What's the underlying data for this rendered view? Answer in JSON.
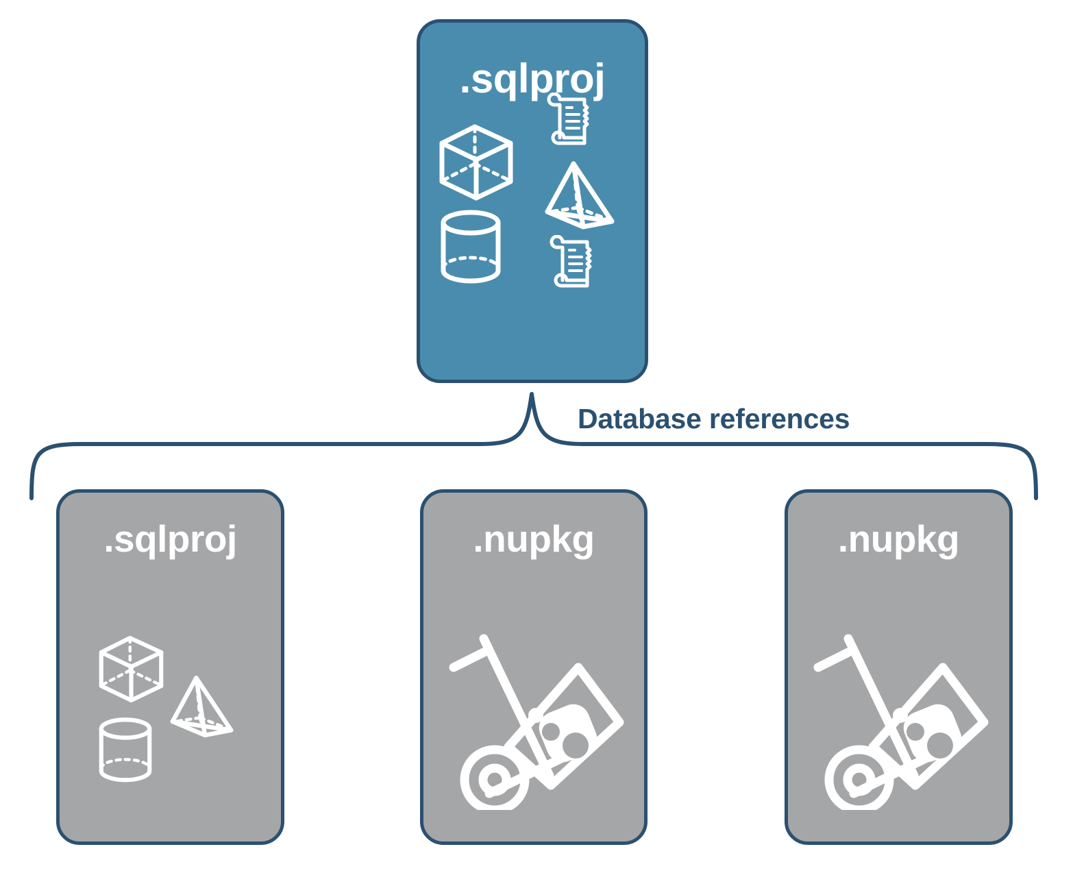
{
  "diagram": {
    "title_label": "Database references",
    "colors": {
      "primary_card_fill": "#4a8cae",
      "secondary_card_fill": "#a5a6a8",
      "outline": "#2b5070",
      "label_text": "#2b5070",
      "card_text": "#ffffff",
      "background": "#ffffff"
    },
    "top_node": {
      "label": ".sqlproj",
      "fill": "#4a8cae",
      "icons": [
        "cube-wireframe-icon",
        "pyramid-wireframe-icon",
        "cylinder-wireframe-icon",
        "scroll-script-icon",
        "scroll-script-icon"
      ]
    },
    "reference_nodes": [
      {
        "label": ".sqlproj",
        "fill": "#a5a6a8",
        "icons": [
          "cube-wireframe-icon",
          "pyramid-wireframe-icon",
          "cylinder-wireframe-icon"
        ]
      },
      {
        "label": ".nupkg",
        "fill": "#a5a6a8",
        "icons": [
          "hand-truck-package-icon"
        ]
      },
      {
        "label": ".nupkg",
        "fill": "#a5a6a8",
        "icons": [
          "hand-truck-package-icon"
        ]
      }
    ],
    "connector": {
      "type": "curly-brace",
      "orientation": "top-peak",
      "name": "database-references-brace"
    }
  }
}
